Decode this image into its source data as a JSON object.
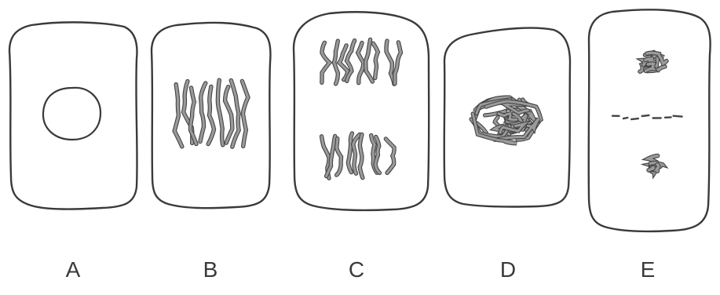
{
  "diagram": {
    "panels": [
      {
        "id": "A",
        "label": "A",
        "content": "nucleus"
      },
      {
        "id": "B",
        "label": "B",
        "content": "chromosomes-equator"
      },
      {
        "id": "C",
        "label": "C",
        "content": "chromosomes-poles"
      },
      {
        "id": "D",
        "label": "D",
        "content": "chromatin-mass"
      },
      {
        "id": "E",
        "label": "E",
        "content": "two-nuclei-plate"
      }
    ],
    "colors": {
      "outline": "#3a3a3a",
      "chromosome_fill": "#9a9a9a",
      "chromosome_edge": "#444444"
    }
  }
}
